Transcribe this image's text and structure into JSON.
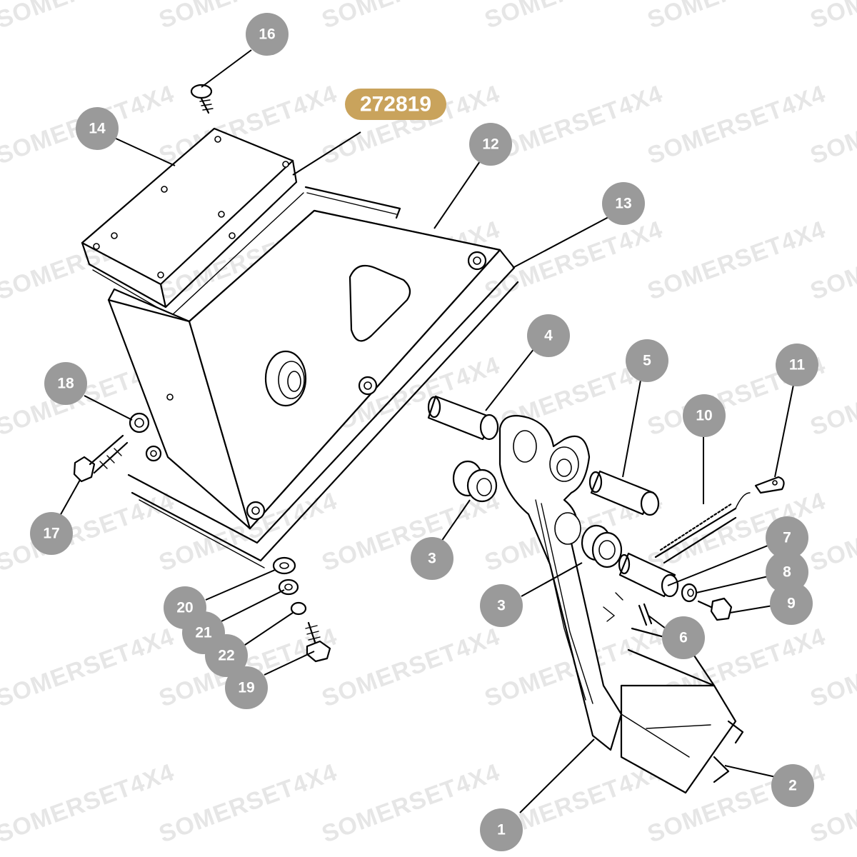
{
  "watermark": "SOMERSET4X4",
  "part_number": "272819",
  "callouts": [
    {
      "id": "c1",
      "label": "1"
    },
    {
      "id": "c2",
      "label": "2"
    },
    {
      "id": "c3a",
      "label": "3"
    },
    {
      "id": "c3b",
      "label": "3"
    },
    {
      "id": "c4",
      "label": "4"
    },
    {
      "id": "c5",
      "label": "5"
    },
    {
      "id": "c6",
      "label": "6"
    },
    {
      "id": "c7",
      "label": "7"
    },
    {
      "id": "c8",
      "label": "8"
    },
    {
      "id": "c9",
      "label": "9"
    },
    {
      "id": "c10",
      "label": "10"
    },
    {
      "id": "c11",
      "label": "11"
    },
    {
      "id": "c12",
      "label": "12"
    },
    {
      "id": "c13",
      "label": "13"
    },
    {
      "id": "c14",
      "label": "14"
    },
    {
      "id": "c16",
      "label": "16"
    },
    {
      "id": "c17",
      "label": "17"
    },
    {
      "id": "c18",
      "label": "18"
    },
    {
      "id": "c19",
      "label": "19"
    },
    {
      "id": "c20",
      "label": "20"
    },
    {
      "id": "c21",
      "label": "21"
    },
    {
      "id": "c22",
      "label": "22"
    }
  ]
}
